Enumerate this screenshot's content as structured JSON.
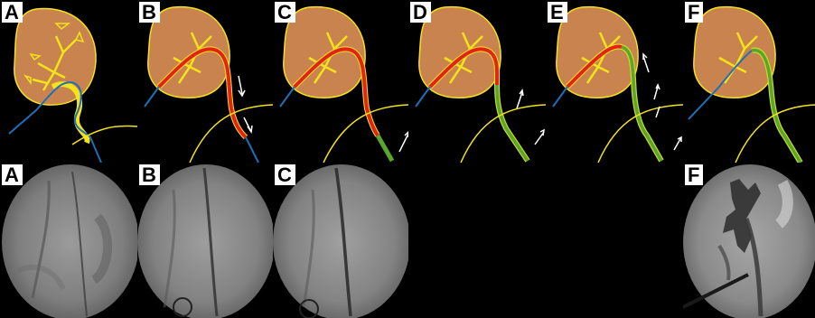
{
  "figure": {
    "top_row": [
      {
        "label": "A"
      },
      {
        "label": "B"
      },
      {
        "label": "C"
      },
      {
        "label": "D"
      },
      {
        "label": "E"
      },
      {
        "label": "F"
      }
    ],
    "bottom_row": [
      {
        "label": "A"
      },
      {
        "label": "B"
      },
      {
        "label": "C"
      },
      {
        "label": "F"
      }
    ]
  },
  "colors": {
    "kidney": "#c8834e",
    "outline": "#f4e21a",
    "guidewire": "#1f6fb8",
    "sheath_red": "#e2231a",
    "sheath_green": "#5aa52b",
    "arrow": "#ffffff",
    "background": "#000000"
  }
}
